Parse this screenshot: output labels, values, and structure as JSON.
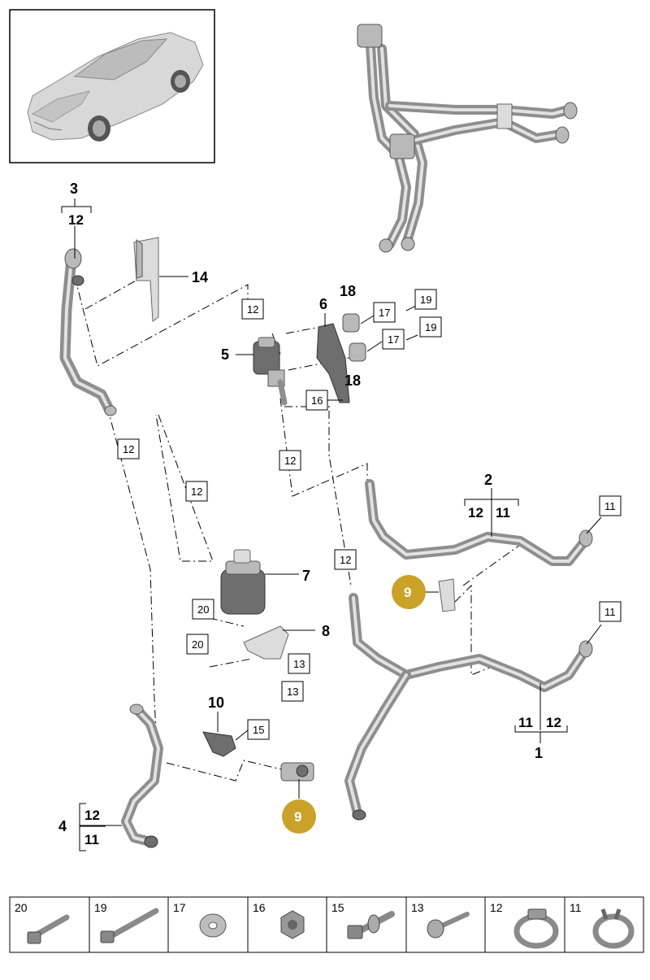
{
  "callouts": {
    "c1": "1",
    "c2": "2",
    "c3": "3",
    "c4": "4",
    "c5": "5",
    "c6": "6",
    "c7": "7",
    "c8": "8",
    "c10": "10",
    "c14": "14",
    "c18a": "18",
    "c18b": "18"
  },
  "groups": {
    "g1": [
      "11",
      "12"
    ],
    "g2": [
      "12",
      "11"
    ],
    "g3": [
      "12"
    ],
    "g4": [
      "12",
      "11"
    ]
  },
  "boxed_refs": {
    "b12_top": "12",
    "b12_left": "12",
    "b12_mid": "12",
    "b12_center": "12",
    "b12_lower": "12",
    "b17a": "17",
    "b17b": "17",
    "b19a": "19",
    "b19b": "19",
    "b16": "16",
    "b11a": "11",
    "b11b": "11",
    "b20a": "20",
    "b20b": "20",
    "b13a": "13",
    "b13b": "13",
    "b15": "15"
  },
  "badges": {
    "upper": "9",
    "lower": "9"
  },
  "legend": [
    "20",
    "19",
    "17",
    "16",
    "15",
    "13",
    "12",
    "11"
  ],
  "colors": {
    "badge": "#c9a227",
    "line": "#000000",
    "part": "#b9b9b9"
  },
  "icons": {
    "vehicle": "sports-car-illustration",
    "legend": [
      "short-bolt-icon",
      "long-bolt-icon",
      "washer-icon",
      "hex-nut-icon",
      "bolt-with-washer-icon",
      "torx-screw-icon",
      "hose-clamp-icon",
      "spring-clamp-icon"
    ]
  }
}
